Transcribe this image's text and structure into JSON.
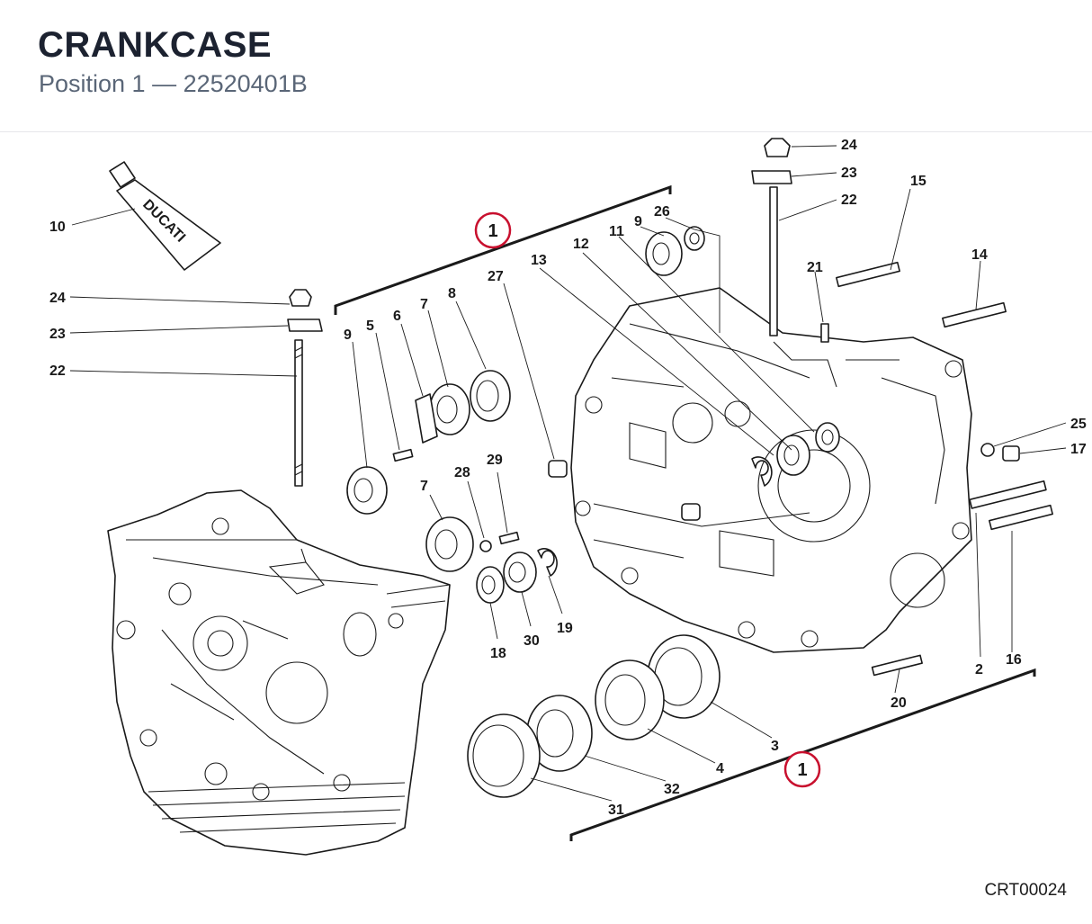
{
  "header": {
    "title": "CRANKCASE",
    "subtitle": "Position 1 — 22520401B"
  },
  "drawing_code": "CRT00024",
  "tube_brand": "DUCATI",
  "group_marker": "1",
  "callouts": {
    "c10": "10",
    "c24_left": "24",
    "c23_left": "23",
    "c22_left": "22",
    "c9_left": "9",
    "c5": "5",
    "c6": "6",
    "c7_top": "7",
    "c8": "8",
    "c27": "27",
    "c13": "13",
    "c12": "12",
    "c11": "11",
    "c9_top": "9",
    "c26": "26",
    "c24_right": "24",
    "c23_right": "23",
    "c22_right": "22",
    "c15": "15",
    "c21": "21",
    "c14": "14",
    "c25": "25",
    "c17": "17",
    "c7_mid": "7",
    "c28": "28",
    "c29": "29",
    "c18": "18",
    "c30": "30",
    "c19": "19",
    "c2": "2",
    "c16": "16",
    "c20": "20",
    "c3": "3",
    "c4": "4",
    "c32": "32",
    "c31": "31"
  },
  "colors": {
    "title": "#1c2230",
    "subtitle": "#5a6677",
    "line": "#1a1a1a",
    "marker_ring": "#c8102e"
  }
}
